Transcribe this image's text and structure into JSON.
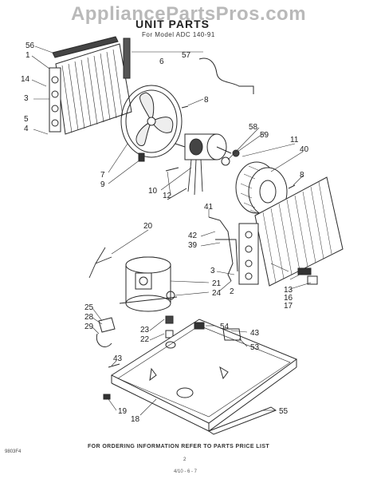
{
  "header": {
    "watermark": "AppliancePartsPros.com",
    "title": "UNIT PARTS",
    "model_line": "For Model  ADC 140-91"
  },
  "callouts": {
    "c56": "56",
    "c1": "1",
    "c14": "14",
    "c3a": "3",
    "c5": "5",
    "c4": "4",
    "c57": "57",
    "c6": "6",
    "c8a": "8",
    "c7": "7",
    "c9": "9",
    "c10": "10",
    "c12": "12",
    "c58": "58",
    "c59": "59",
    "c11": "11",
    "c40": "40",
    "c8b": "8",
    "c20": "20",
    "c41": "41",
    "c42": "42",
    "c39": "39",
    "c3b": "3",
    "c2": "2",
    "c13": "13",
    "c16": "16",
    "c17": "17",
    "c21": "21",
    "c24": "24",
    "c25": "25",
    "c28": "28",
    "c29": "29",
    "c23": "23",
    "c22": "22",
    "c54": "54",
    "c43a": "43",
    "c53": "53",
    "c43b": "43",
    "c19": "19",
    "c18": "18",
    "c55": "55"
  },
  "footer": {
    "notice": "FOR ORDERING INFORMATION REFER TO PARTS PRICE LIST",
    "left_code": "9803F4",
    "page": "2",
    "bottom_code": "4/10 - 6 - 7"
  }
}
